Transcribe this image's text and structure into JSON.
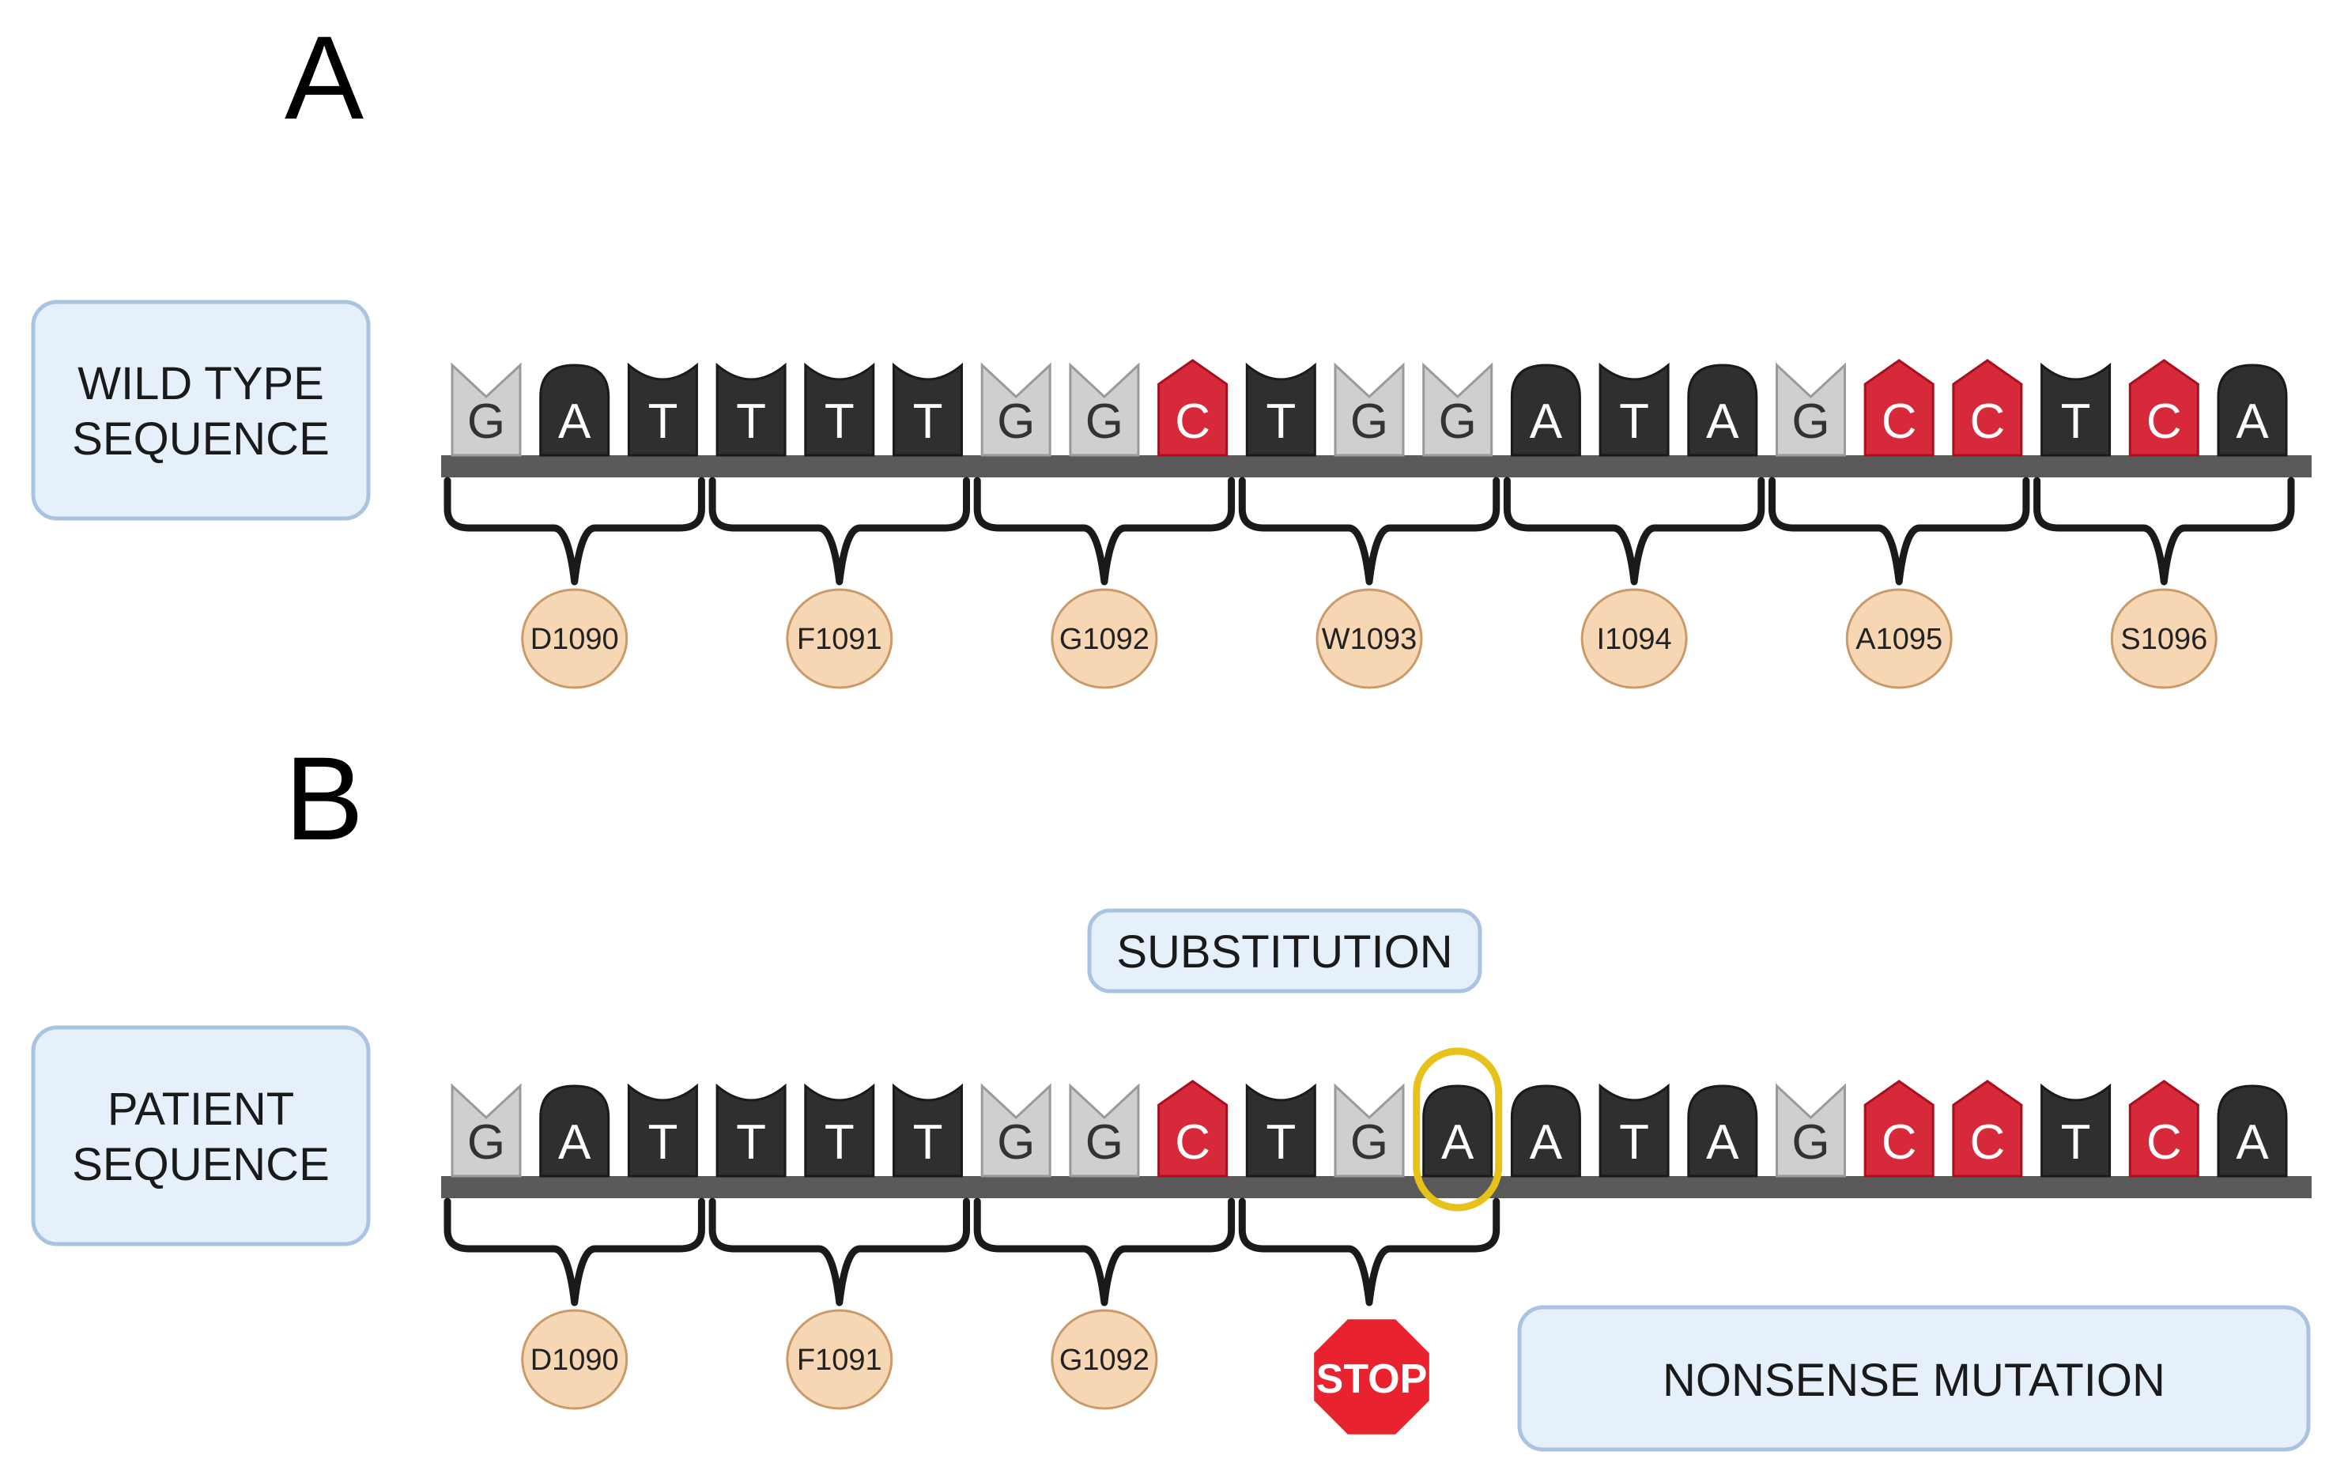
{
  "panels": [
    {
      "letter": "A",
      "sequence_label": [
        "WILD TYPE",
        "SEQUENCE"
      ],
      "nucleotides": [
        "G",
        "A",
        "T",
        "T",
        "T",
        "T",
        "G",
        "G",
        "C",
        "T",
        "G",
        "G",
        "A",
        "T",
        "A",
        "G",
        "C",
        "C",
        "T",
        "C",
        "A"
      ],
      "codons": [
        "D1090",
        "F1091",
        "G1092",
        "W1093",
        "I1094",
        "A1095",
        "S1096"
      ],
      "highlight_index": null,
      "stop_label": null,
      "annotations": {}
    },
    {
      "letter": "B",
      "sequence_label": [
        "PATIENT",
        "SEQUENCE"
      ],
      "nucleotides": [
        "G",
        "A",
        "T",
        "T",
        "T",
        "T",
        "G",
        "G",
        "C",
        "T",
        "G",
        "A",
        "A",
        "T",
        "A",
        "G",
        "C",
        "C",
        "T",
        "C",
        "A"
      ],
      "codons": [
        "D1090",
        "F1091",
        "G1092"
      ],
      "highlight_index": 11,
      "stop_label": "STOP",
      "annotations": {
        "substitution": "SUBSTITUTION",
        "mutation_type": "NONSENSE MUTATION"
      }
    }
  ],
  "colors": {
    "G": "#cfcfcf",
    "A": "#2f2f2f",
    "T": "#2f2f2f",
    "C": "#d62a3a",
    "backbone": "#5a5a5a",
    "label_box_fill": "#e6f0fb",
    "label_box_stroke": "#a9c3e0",
    "codon_circle": "#f6d6b3",
    "codon_circle_stroke": "#c99a6a",
    "highlight": "#e6c21a",
    "stop_fill": "#e8222e"
  }
}
